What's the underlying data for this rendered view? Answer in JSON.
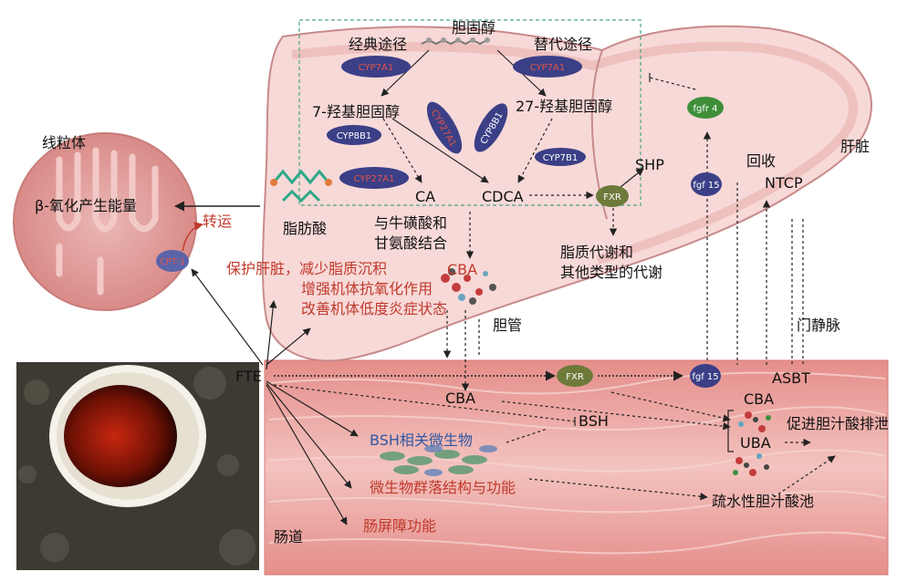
{
  "labels": {
    "cholesterol": "胆固醇",
    "classic_pathway": "经典途径",
    "alt_pathway": "替代途径",
    "hydroxy7": "7-羟基胆固醇",
    "hydroxy27": "27-羟基胆固醇",
    "liver": "肝脏",
    "mitochondria": "线粒体",
    "beta_oxidation": "β-氧化产生能量",
    "transport": "转运",
    "fatty_acid": "脂肪酸",
    "conjugation": "与牛磺酸和\n甘氨酸结合",
    "lipid_metab": "脂质代谢和\n其他类型的代谢",
    "bile_duct": "胆管",
    "portal_vein": "门静脉",
    "reabsorb": "回收",
    "intestine": "肠道",
    "promote_excretion": "促进胆汁酸排泄",
    "hydrophobic_pool": "疏水性胆汁酸池"
  },
  "nodes": {
    "ca": "CA",
    "cdca": "CDCA",
    "shp": "SHP",
    "ntcp": "NTCP",
    "asbt": "ASBT",
    "cba_liver": "CBA",
    "cba_gut": "CBA",
    "cba_right": "CBA",
    "uba": "UBA",
    "bsh": "BSH",
    "fte": "FTE"
  },
  "enzymes": {
    "cyp7a1_a": "CYP7A1",
    "cyp7a1_b": "CYP7A1",
    "cyp8b1": "CYP8B1",
    "cyp27a1_a": "CYP27A1",
    "cyp27a1_b": "CYP27A1",
    "cyp8b1_b": "CYP8B1",
    "cyp7b1": "CYP7B1",
    "fxr_liver": "FXR",
    "fxr_gut": "FXR",
    "fgfr4": "fgfr 4",
    "fgf15_liver": "fgf 15",
    "fgf15_gut": "fgf 15",
    "cpt1": "CPT-1"
  },
  "effects": {
    "liver_effect_1": "保护肝脏，减少脂质沉积",
    "liver_effect_2": "增强机体抗氧化作用",
    "liver_effect_3": "改善机体低度炎症状态",
    "gut_bsh": "BSH相关微生物",
    "gut_community": "微生物群落结构与功能",
    "gut_barrier": "肠屏障功能"
  },
  "colors": {
    "liver_fill": "#f6d6d6",
    "liver_stroke": "#c98b8b",
    "gut_fill": "#e9a4a0",
    "mito_fill": "#e6a5a3",
    "enzyme_fill": "#3b3f86",
    "fxr_fill": "#6d7a3a",
    "fgfr_fill": "#3f8f3a",
    "effect_red": "#c0392b",
    "bsh_blue": "#2e58a6"
  }
}
